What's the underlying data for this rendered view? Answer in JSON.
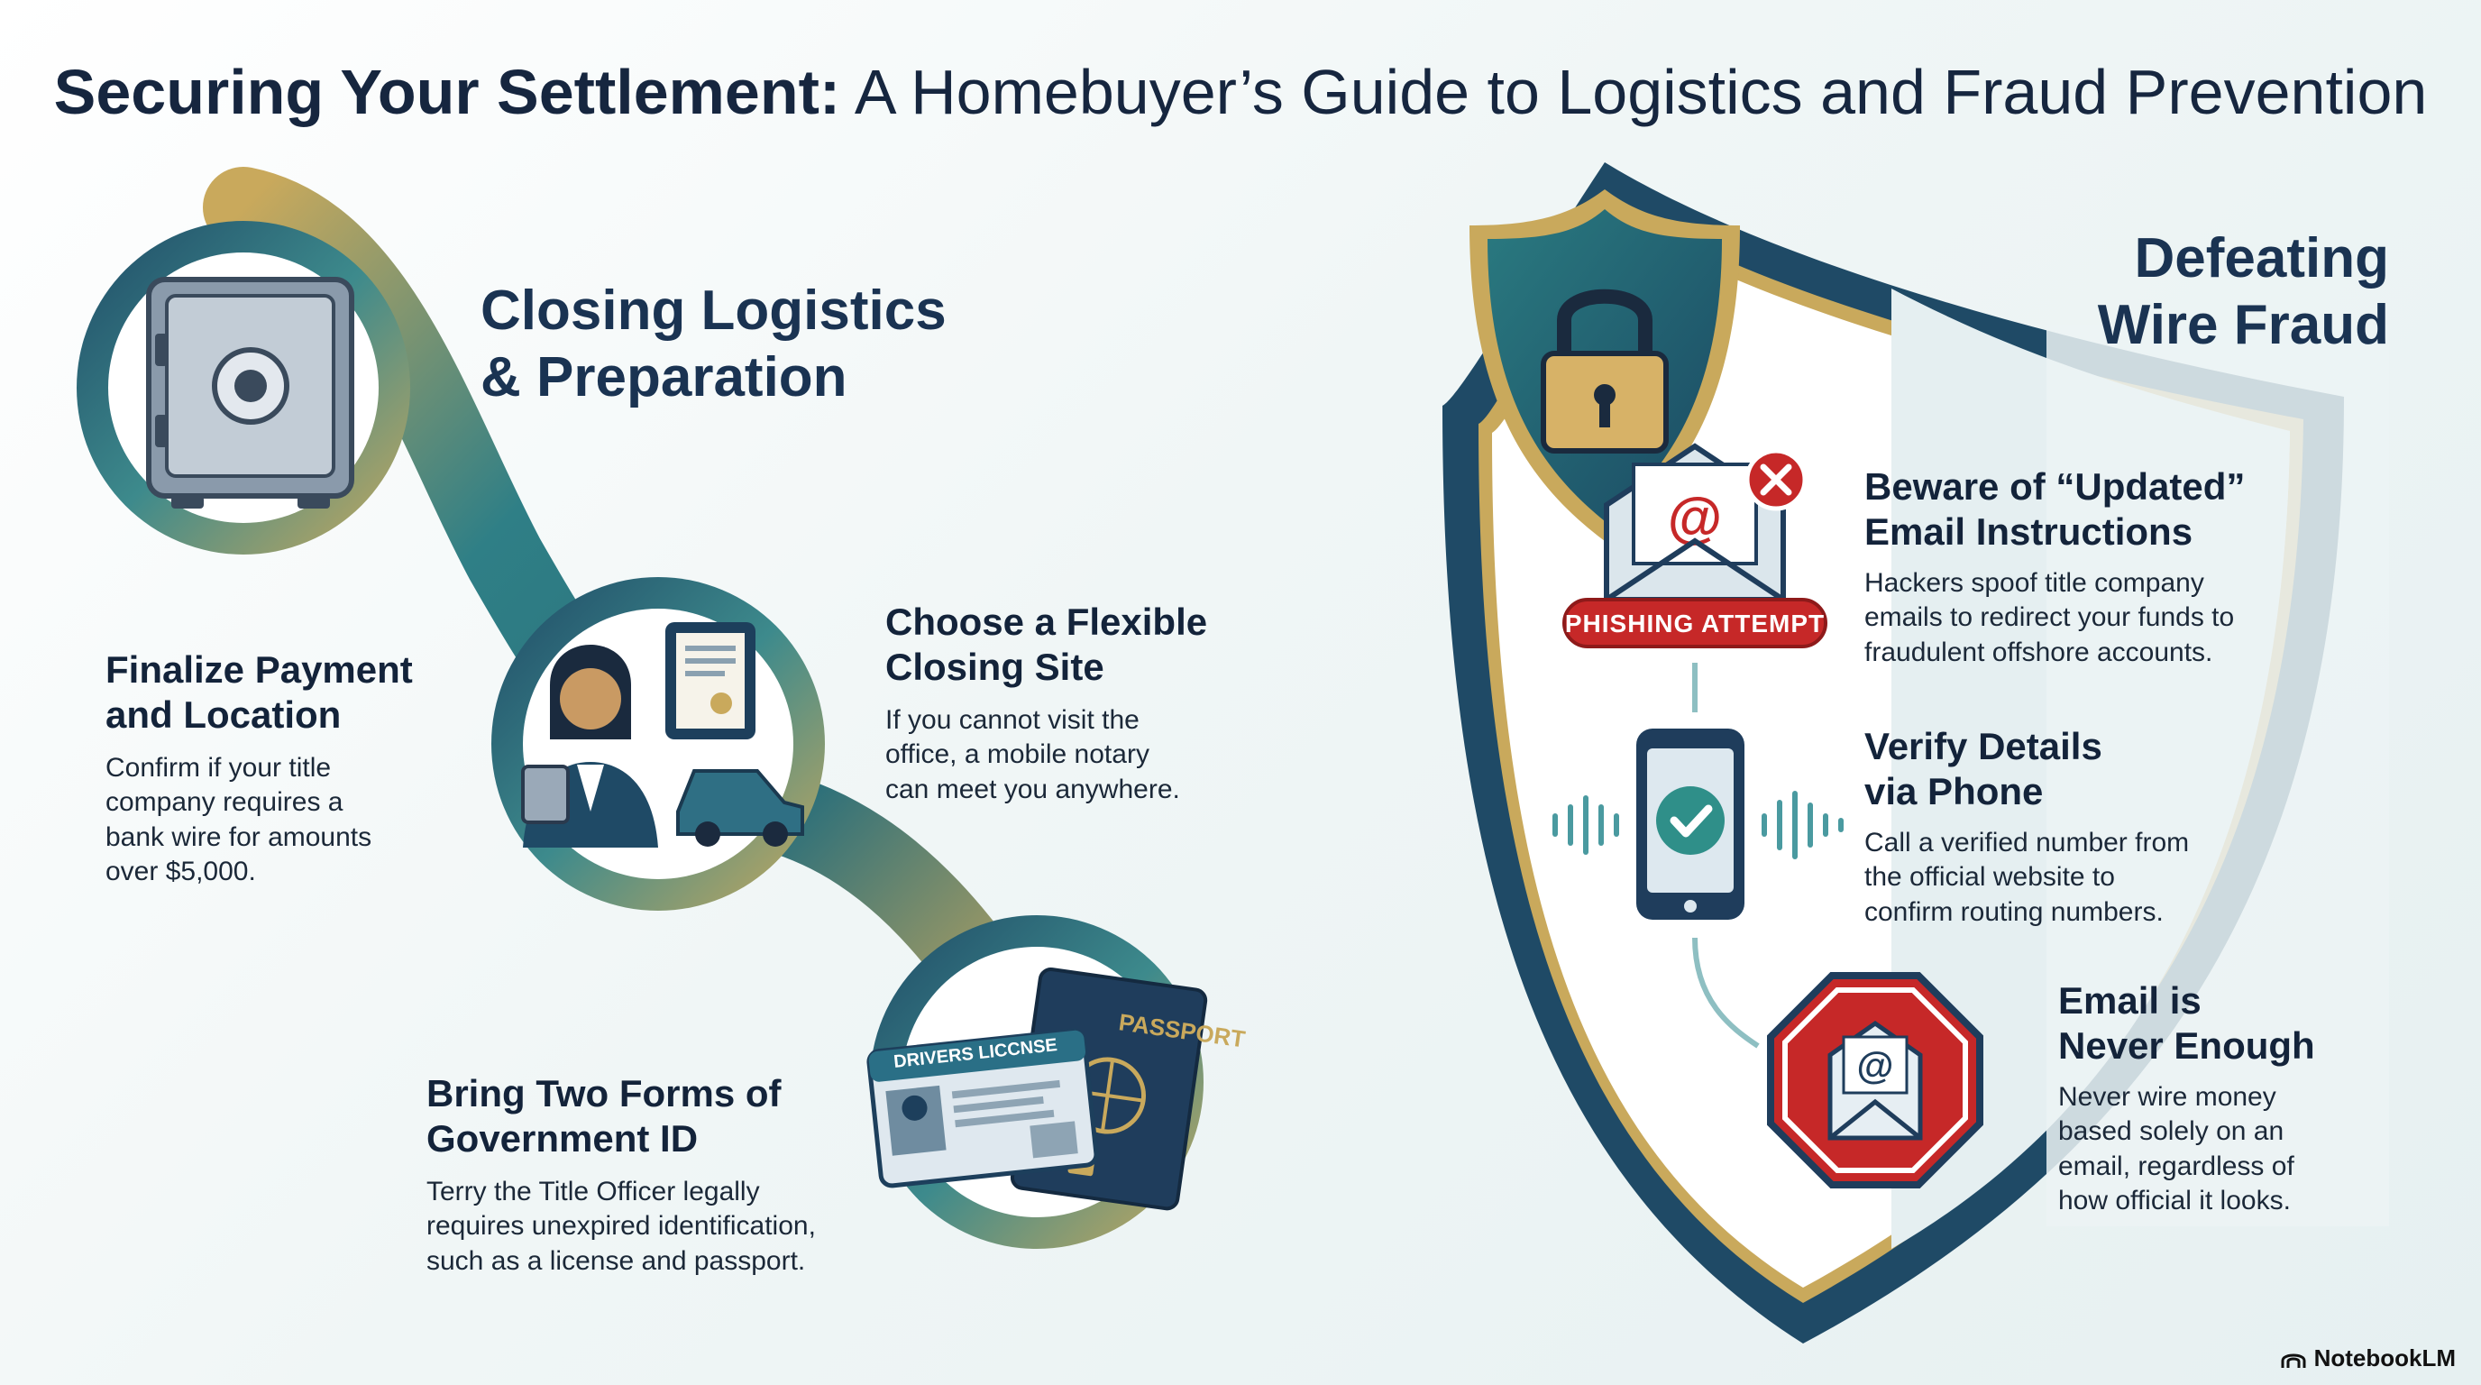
{
  "title": {
    "bold": "Securing Your Settlement:",
    "rest": "A Homebuyer’s Guide to Logistics and Fraud Prevention"
  },
  "left": {
    "heading_line1": "Closing Logistics",
    "heading_line2": "& Preparation",
    "items": [
      {
        "head1": "Finalize Payment",
        "head2": "and Location",
        "body": [
          "Confirm if your title",
          "company requires a",
          "bank wire for amounts",
          "over $5,000."
        ]
      },
      {
        "head1": "Choose a Flexible",
        "head2": "Closing Site",
        "body": [
          "If you cannot visit the",
          "office, a mobile notary",
          "can meet you anywhere."
        ]
      },
      {
        "head1": "Bring Two Forms of",
        "head2": "Government ID",
        "body": [
          "Terry the Title Officer legally",
          "requires unexpired identification,",
          "such as a license and passport."
        ]
      }
    ],
    "license_text": "DRIVERS LICCNSE",
    "passport_text": "PASSPORT"
  },
  "right": {
    "heading_line1": "Defeating",
    "heading_line2": "Wire Fraud",
    "phishing_badge": "PHISHING ATTEMPT",
    "items": [
      {
        "head1": "Beware of “Updated”",
        "head2": "Email Instructions",
        "body": [
          "Hackers spoof title company",
          "emails to redirect your funds to",
          "fraudulent offshore accounts."
        ]
      },
      {
        "head1": "Verify Details",
        "head2": "via Phone",
        "body": [
          "Call a verified number from",
          "the official website to",
          "confirm routing numbers."
        ]
      },
      {
        "head1": "Email is",
        "head2": "Never Enough",
        "body": [
          "Never wire money",
          "based solely on an",
          "email, regardless of",
          "how official it looks."
        ]
      }
    ]
  },
  "brand": "NotebookLM",
  "colors": {
    "navy": "#1c3f5e",
    "teal": "#2f7f86",
    "gold": "#c9a95c",
    "red": "#c62828",
    "text": "#14263e"
  }
}
